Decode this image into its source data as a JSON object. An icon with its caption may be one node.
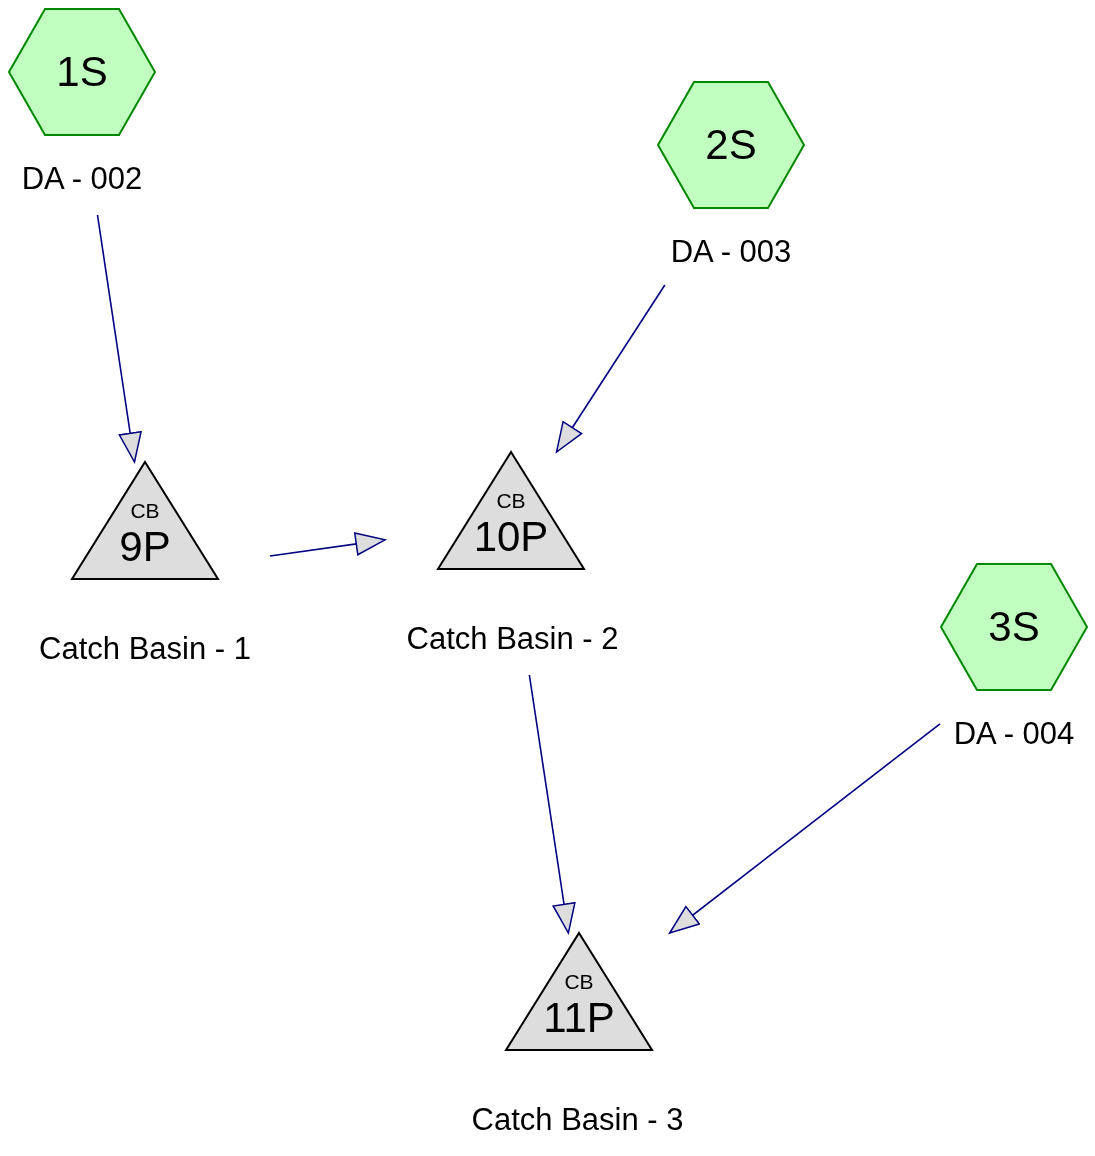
{
  "diagram": {
    "nodes": [
      {
        "text": [
          "1S"
        ],
        "beside": [
          "DA - 002"
        ]
      },
      {
        "text": [
          "2S"
        ],
        "beside": [
          "DA - 003"
        ]
      },
      {
        "text": [
          "CB",
          "9P"
        ],
        "beside": [
          "Catch Basin - 1"
        ]
      },
      {
        "text": [
          "CB",
          "10P"
        ],
        "beside": [
          "Catch Basin - 2"
        ]
      },
      {
        "text": [
          "3S"
        ],
        "beside": [
          "DA - 004"
        ]
      },
      {
        "text": [
          "CB",
          "11P"
        ],
        "beside": [
          "Catch Basin - 3"
        ]
      }
    ],
    "edges": [
      {
        "from": 0,
        "to": 2,
        "arrow": "to"
      },
      {
        "from": 1,
        "to": 3,
        "arrow": "to"
      },
      {
        "from": 2,
        "to": 3,
        "arrow": "to"
      },
      {
        "from": 3,
        "to": 5,
        "arrow": "to"
      },
      {
        "from": 4,
        "to": 5,
        "arrow": "to"
      }
    ]
  }
}
